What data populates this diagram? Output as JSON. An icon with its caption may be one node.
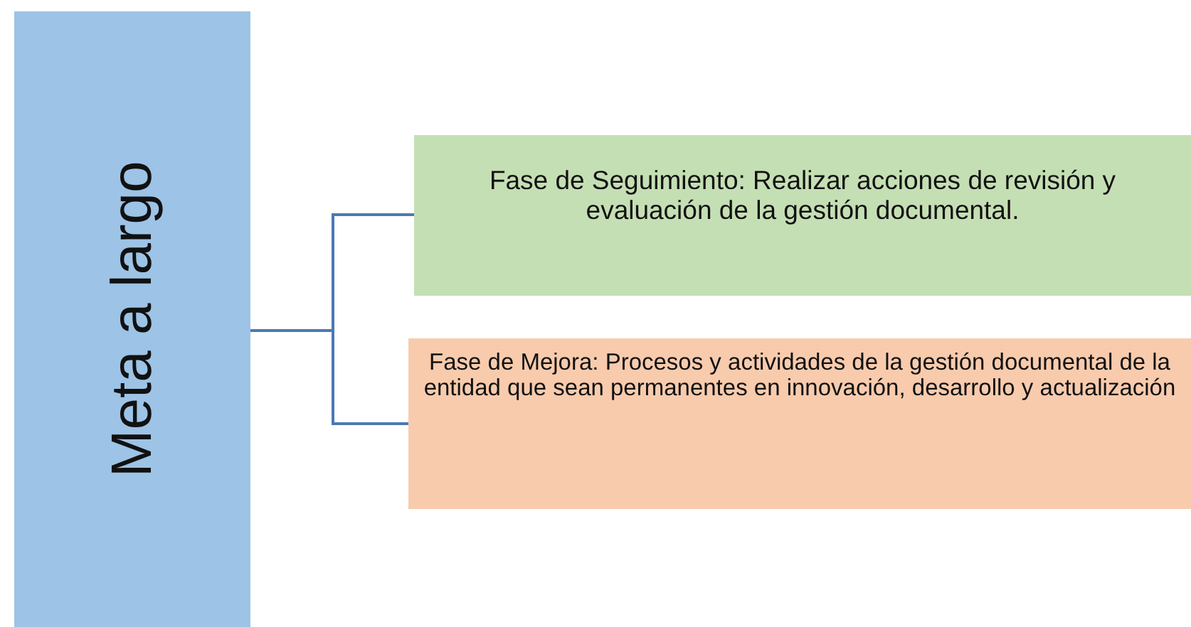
{
  "diagram": {
    "nodes": [
      {
        "text": [
          "Meta a largo"
        ]
      },
      {
        "text": [
          "Fase de Seguimiento: Realizar acciones de revisión y evaluación de la gestión documental."
        ]
      },
      {
        "text": [
          "Fase de Mejora: Procesos y actividades de la gestión documental de la entidad que sean permanentes en innovación, desarrollo y actualización"
        ]
      }
    ],
    "edges": [
      {
        "from": 0,
        "to": 1,
        "arrow": "none"
      },
      {
        "from": 0,
        "to": 2,
        "arrow": "none"
      }
    ]
  }
}
